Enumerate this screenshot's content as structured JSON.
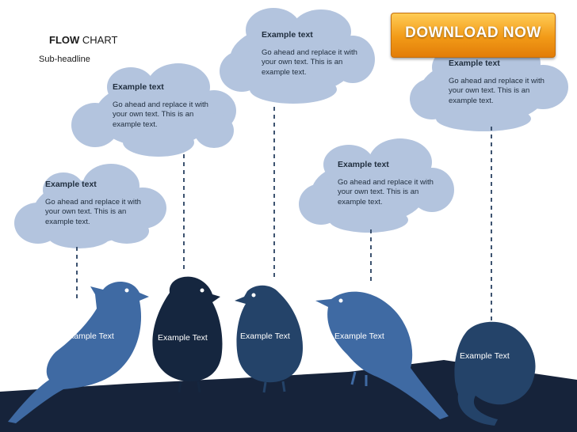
{
  "header": {
    "title_bold": "FLOW",
    "title_rest": "CHART",
    "subheadline": "Sub-headline"
  },
  "download_button": {
    "label": "DOWNLOAD NOW"
  },
  "clouds": [
    {
      "heading": "Example text",
      "body": "Go ahead and replace it with your own text. This is an example text."
    },
    {
      "heading": "Example text",
      "body": "Go ahead and replace it with your own text. This is an example text."
    },
    {
      "heading": "Example text",
      "body": "Go ahead and replace it with your own text. This is an example text."
    },
    {
      "heading": "Example text",
      "body": "Go ahead and replace it with your own text. This is an example text."
    },
    {
      "heading": "Example text",
      "body": "Go ahead and replace it with your own text. This is an example text."
    }
  ],
  "birds": [
    {
      "label": "Example Text",
      "color": "#3f6aa3"
    },
    {
      "label": "Example Text",
      "color": "#15263f"
    },
    {
      "label": "Example Text",
      "color": "#244369"
    },
    {
      "label": "Example Text",
      "color": "#3f6aa3"
    },
    {
      "label": "Example Text",
      "color": "#244369"
    }
  ],
  "colors": {
    "cloud": "#b3c4de",
    "branch": "#16233a",
    "connector": "#3d5370"
  }
}
